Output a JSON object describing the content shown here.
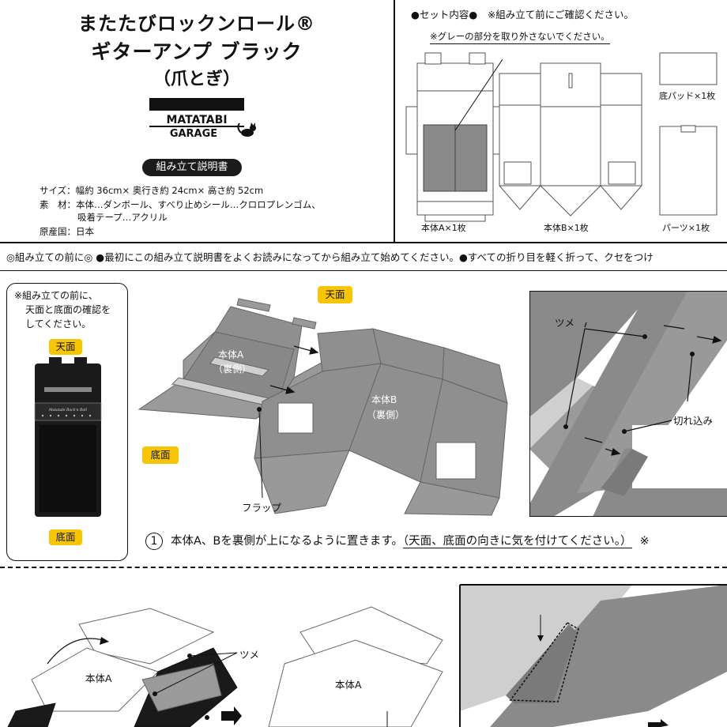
{
  "header": {
    "title_line1": "またたびロックンロール®",
    "title_line2": "ギターアンプ ブラック",
    "title_line3": "（爪とぎ）",
    "logo_top": "MATATABI",
    "logo_bottom": "GARAGE",
    "manual_badge": "組み立て説明書"
  },
  "specs": {
    "size": "サイズ：幅約 36cm× 奥行き約 24cm× 高さ約 52cm",
    "material_line1": "素　材：本体…ダンボール、すべり止めシール…クロロプレンゴム、",
    "material_line2": "吸着テープ…アクリル",
    "origin": "原産国：日本"
  },
  "set_contents": {
    "heading": "●セット内容●　※組み立て前にご確認ください。",
    "note": "※グレーの部分を取り外さないでください。",
    "parts": [
      {
        "label": "本体A×1枚"
      },
      {
        "label": "本体B×1枚"
      },
      {
        "label": "底パッド×1枚"
      },
      {
        "label": "パーツ×1枚"
      }
    ]
  },
  "pre_assembly": "◎組み立ての前に◎ ●最初にこの組み立て説明書をよくお読みになってから組み立て始めてください。●すべての折り目を軽く折って、クセをつけ",
  "left_note": {
    "line1": "※組み立ての前に、",
    "line2": "天面と底面の確認を",
    "line3": "してください。",
    "top_label": "天面",
    "bottom_label": "底面",
    "amp_brand": "Matatabi Rock'n Roll"
  },
  "diagram1": {
    "top_label": "天面",
    "bottom_label": "底面",
    "body_a": "本体A",
    "body_a_back": "（裏側）",
    "body_b": "本体B",
    "body_b_back": "（裏側）",
    "flap": "フラップ",
    "tab": "ツメ",
    "slit": "切れ込み"
  },
  "step1": {
    "number": "1",
    "text": "本体A、Bを裏側が上になるように置きます。",
    "note": "（天面、底面の向きに気を付けてください。）",
    "continuation": "※"
  },
  "diagram2": {
    "body_a_1": "本体A",
    "body_a_2": "本体A",
    "tab": "ツメ"
  }
}
